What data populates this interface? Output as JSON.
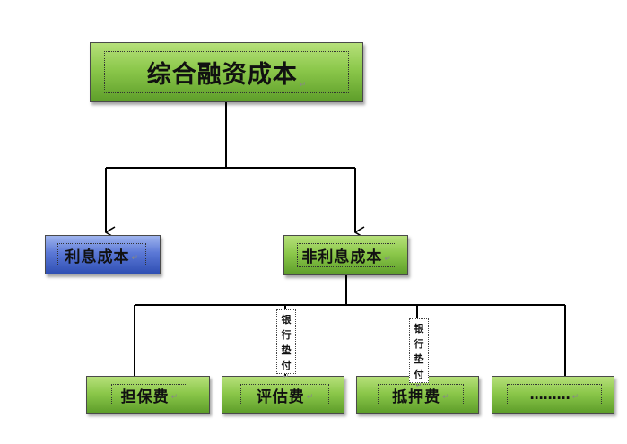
{
  "nodes": {
    "root": "综合融资成本",
    "interest": "利息成本",
    "non_interest": "非利息成本",
    "guarantee": "担保费",
    "appraisal": "评估费",
    "mortgage": "抵押费",
    "more": "………"
  },
  "notes": {
    "bank_advance_1": [
      "银",
      "行",
      "垫",
      "付"
    ],
    "bank_advance_2": [
      "银",
      "行",
      "垫",
      "付"
    ]
  },
  "paragraph_mark": "↵",
  "colors": {
    "green_top": "#b6e07a",
    "green_bottom": "#5e9e2a",
    "blue_top": "#9fb4ee",
    "blue_bottom": "#2f4fb3",
    "line": "#000000"
  }
}
